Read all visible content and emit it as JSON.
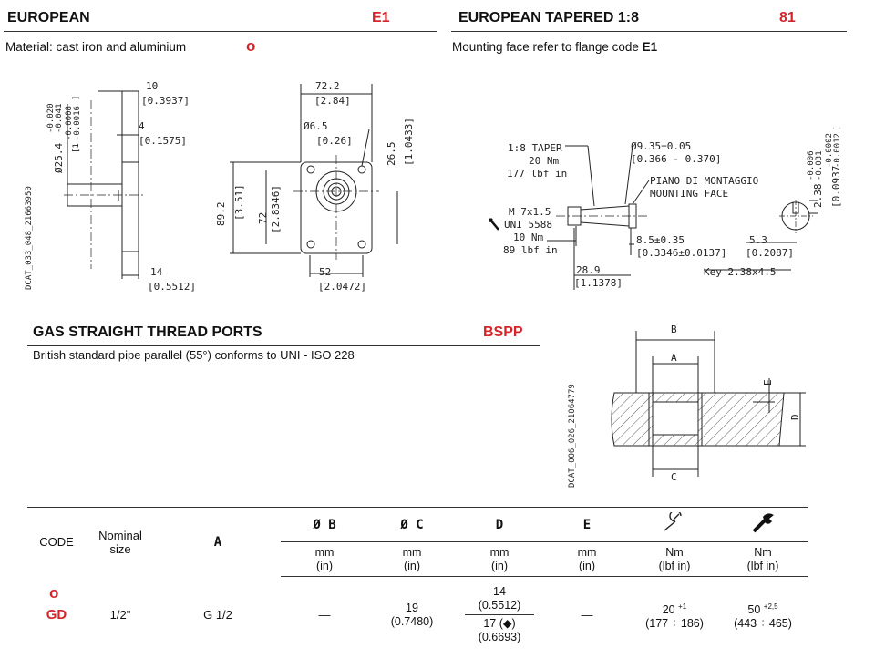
{
  "sections": {
    "european": {
      "title": "EUROPEAN",
      "code": "E1",
      "subtitle": "Material: cast iron and aluminium",
      "marker": "o",
      "drawing_code": "DCAT_033_048_21663950"
    },
    "tapered": {
      "title": "EUROPEAN TAPERED 1:8",
      "code": "81",
      "subtitle_prefix": "Mounting face refer to flange code ",
      "subtitle_code": "E1"
    },
    "gas": {
      "title": "GAS STRAIGHT THREAD PORTS",
      "code": "BSPP",
      "subtitle": "British standard pipe parallel (55°) conforms to UNI - ISO 228",
      "drawing_code": "DCAT_006_026_21064779"
    }
  },
  "dims_e1": {
    "d10": "10",
    "d10in": "[0.3937]",
    "d4": "4",
    "d4in": "[0.1575]",
    "d14": "14",
    "d14in": "[0.5512]",
    "dia": "Ø25.4",
    "tol_up": "-0.020",
    "tol_dn": "-0.041",
    "tol_in": "[1",
    "tol_in_up": "-0.0008",
    "tol_in_dn": "-0.0016",
    "tol_in_end": "]",
    "w72": "72.2",
    "w72in": "[2.84]",
    "hole": "Ø6.5",
    "holein": "[0.26]",
    "h26": "26.5",
    "h26in": "[1.0433]",
    "h89": "89.2",
    "h89in": "[3.51]",
    "h72": "72",
    "h72in": "[2.8346]",
    "w52": "52",
    "w52in": "[2.0472]"
  },
  "dims_81": {
    "taper": "1:8 TAPER",
    "taper_nm": "20 Nm",
    "taper_lbf": "177 lbf in",
    "dia": "Ø9.35±0.05",
    "diain": "[0.366 - 0.370]",
    "face1": "PIANO DI MONTAGGIO",
    "face2": "MOUNTING FACE",
    "thread": "M 7x1.5",
    "uni": "UNI 5588",
    "nut_nm": "10 Nm",
    "nut_lbf": "89 lbf in",
    "d85": "8.5±0.35",
    "d85in": "[0.3346±0.0137]",
    "d53": "5.3",
    "d53in": "[0.2087]",
    "d289": "28.9",
    "d289in": "[1.1378]",
    "key": "Key 2.38x4.5",
    "kw": "2.38",
    "kw_up": "-0.006",
    "kw_dn": "-0.031",
    "kwin": "[0.0937",
    "kwin_up": "-0.0002",
    "kwin_dn": "-0.0012",
    "kwin_end": "]"
  },
  "port_labels": {
    "b": "B",
    "a": "A",
    "e": "E",
    "d": "D",
    "c": "C"
  },
  "table": {
    "headers": {
      "code": "CODE",
      "nominal1": "Nominal",
      "nominal2": "size",
      "a": "A",
      "b": "Ø B",
      "c": "Ø C",
      "d": "D",
      "e": "E"
    },
    "units": {
      "b1": "mm",
      "b2": "(in)",
      "c1": "mm",
      "c2": "(in)",
      "d1": "mm",
      "d2": "(in)",
      "e1": "mm",
      "e2": "(in)",
      "w1": "Nm",
      "w2": "(lbf in)",
      "t1": "Nm",
      "t2": "(lbf in)"
    },
    "row": {
      "code": "GD",
      "marker": "o",
      "nominal": "1/2\"",
      "a": "G 1/2",
      "b": "—",
      "c1": "19",
      "c2": "(0.7480)",
      "d_top1": "14",
      "d_top2": "(0.5512)",
      "d_bot1": "17 (◆)",
      "d_bot2": "(0.6693)",
      "e": "—",
      "w": "20",
      "w_sup": "+1",
      "w2": "(177 ÷ 186)",
      "t": "50",
      "t_sup": "+2,5",
      "t2": "(443 ÷ 465)"
    }
  }
}
